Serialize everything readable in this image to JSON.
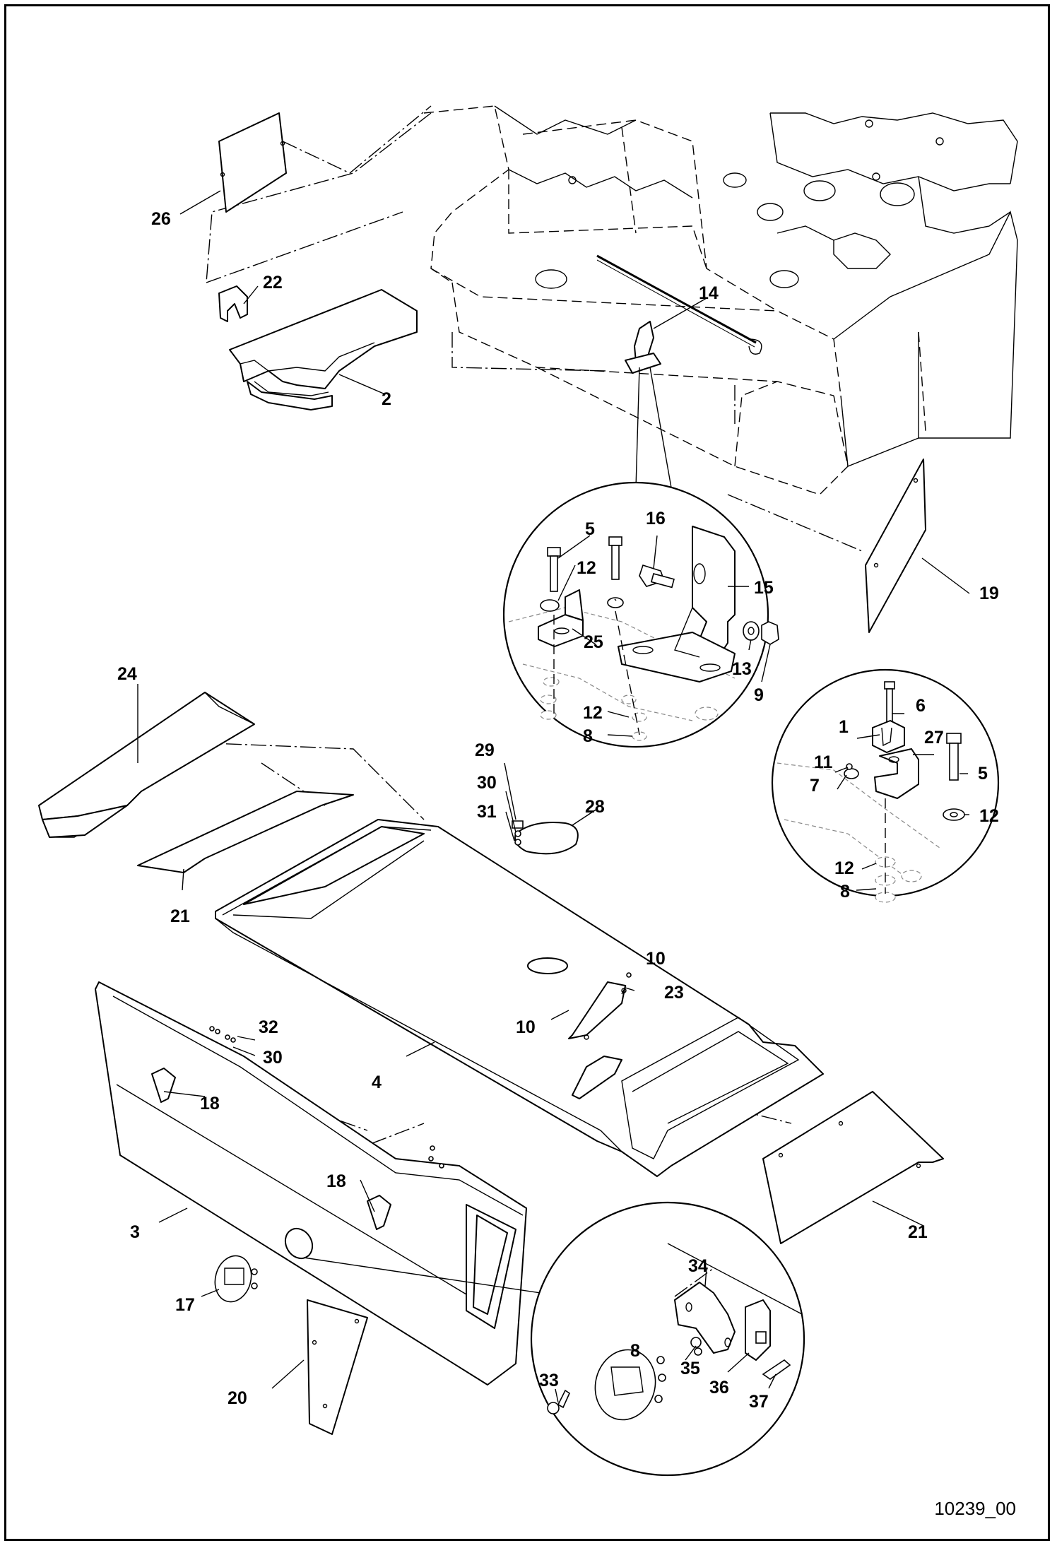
{
  "drawing_number": "10239_00",
  "callouts": {
    "c1": "1",
    "c2": "2",
    "c3": "3",
    "c4": "4",
    "c5a": "5",
    "c5b": "5",
    "c6": "6",
    "c7": "7",
    "c8a": "8",
    "c8b": "8",
    "c8c": "8",
    "c9": "9",
    "c10a": "10",
    "c10b": "10",
    "c11": "11",
    "c12a": "12",
    "c12b": "12",
    "c12c": "12",
    "c12d": "12",
    "c13": "13",
    "c14": "14",
    "c15": "15",
    "c16": "16",
    "c17": "17",
    "c18a": "18",
    "c18b": "18",
    "c19": "19",
    "c20": "20",
    "c21a": "21",
    "c21b": "21",
    "c22": "22",
    "c23": "23",
    "c24": "24",
    "c25": "25",
    "c26": "26",
    "c27": "27",
    "c28": "28",
    "c29": "29",
    "c30a": "30",
    "c30b": "30",
    "c31": "31",
    "c32": "32",
    "c33": "33",
    "c34": "34",
    "c35": "35",
    "c36": "36",
    "c37": "37"
  }
}
